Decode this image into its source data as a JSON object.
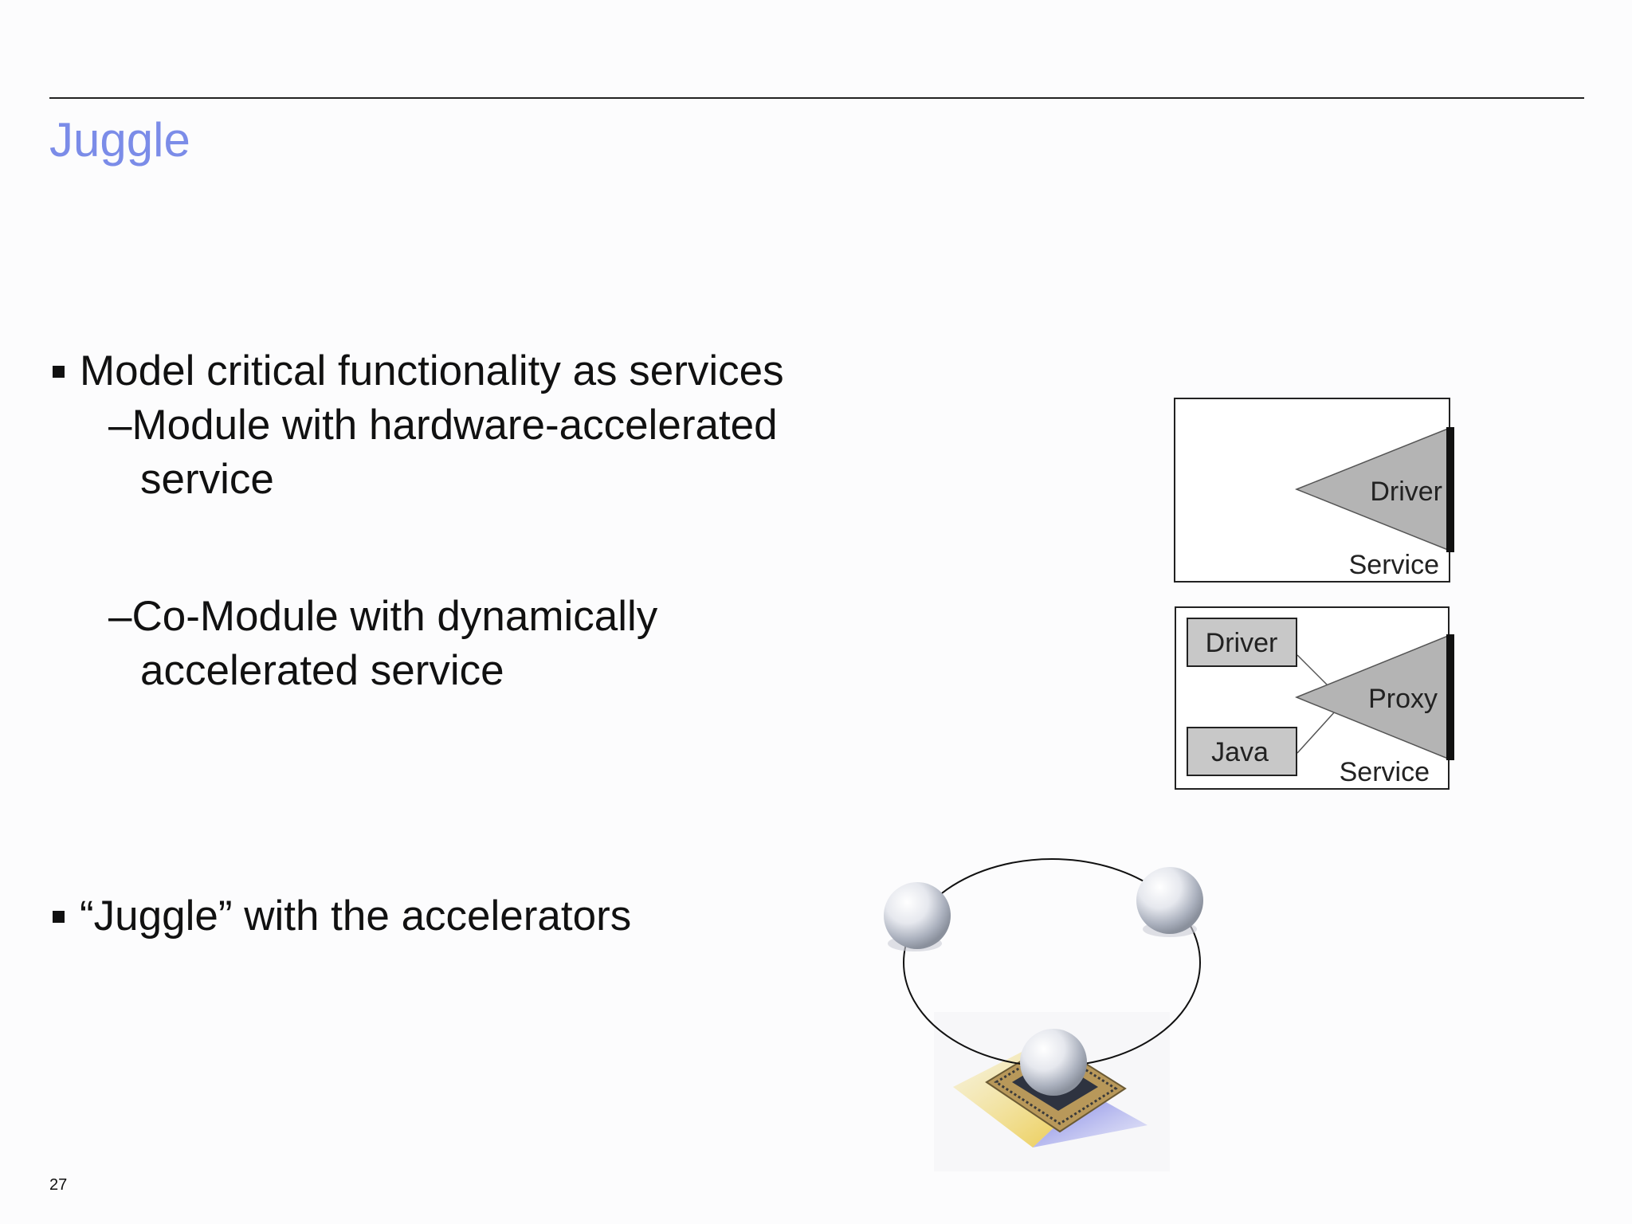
{
  "slide": {
    "title": "Juggle",
    "page_number": "27"
  },
  "bullets": {
    "b1": "Model critical functionality as services",
    "b1_sub1_line1": "–Module with hardware-accelerated",
    "b1_sub1_line2": "service",
    "b1_sub2_line1": "–Co-Module with dynamically",
    "b1_sub2_line2": "accelerated service",
    "b2": "“Juggle” with the accelerators"
  },
  "diagram_module": {
    "driver_label": "Driver",
    "service_label": "Service"
  },
  "diagram_comodule": {
    "driver_box_label": "Driver",
    "java_box_label": "Java",
    "proxy_label": "Proxy",
    "service_label": "Service"
  },
  "colors": {
    "title": "#7b8ce8",
    "triangle_fill": "#b4b4b4",
    "box_fill": "#c8c8c8"
  }
}
